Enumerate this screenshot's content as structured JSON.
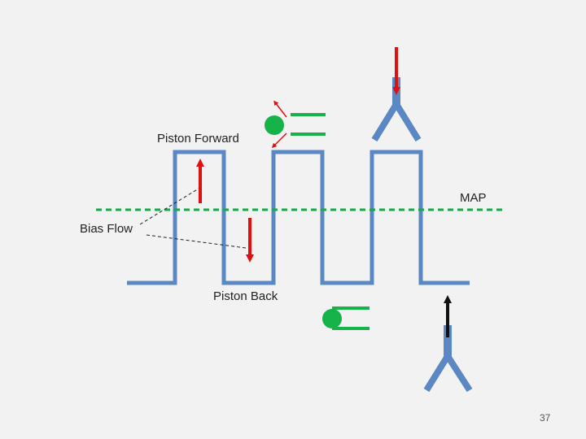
{
  "labels": {
    "piston_forward": "Piston Forward",
    "piston_back": "Piston Back",
    "map": "MAP",
    "bias_flow": "Bias Flow"
  },
  "page_number": "37",
  "colors": {
    "background": "#f2f2f2",
    "waveform": "#5b88c4",
    "map_line": "#1aa84a",
    "arrow_red": "#e01010",
    "arrow_black": "#111111",
    "valve_green": "#16b24a",
    "valve_red": "#e01010",
    "leader": "#222222"
  },
  "icons": [
    "red-arrow-up-icon",
    "red-arrow-down-icon",
    "black-arrow-up-icon",
    "y-connector-icon",
    "valve-icon"
  ]
}
